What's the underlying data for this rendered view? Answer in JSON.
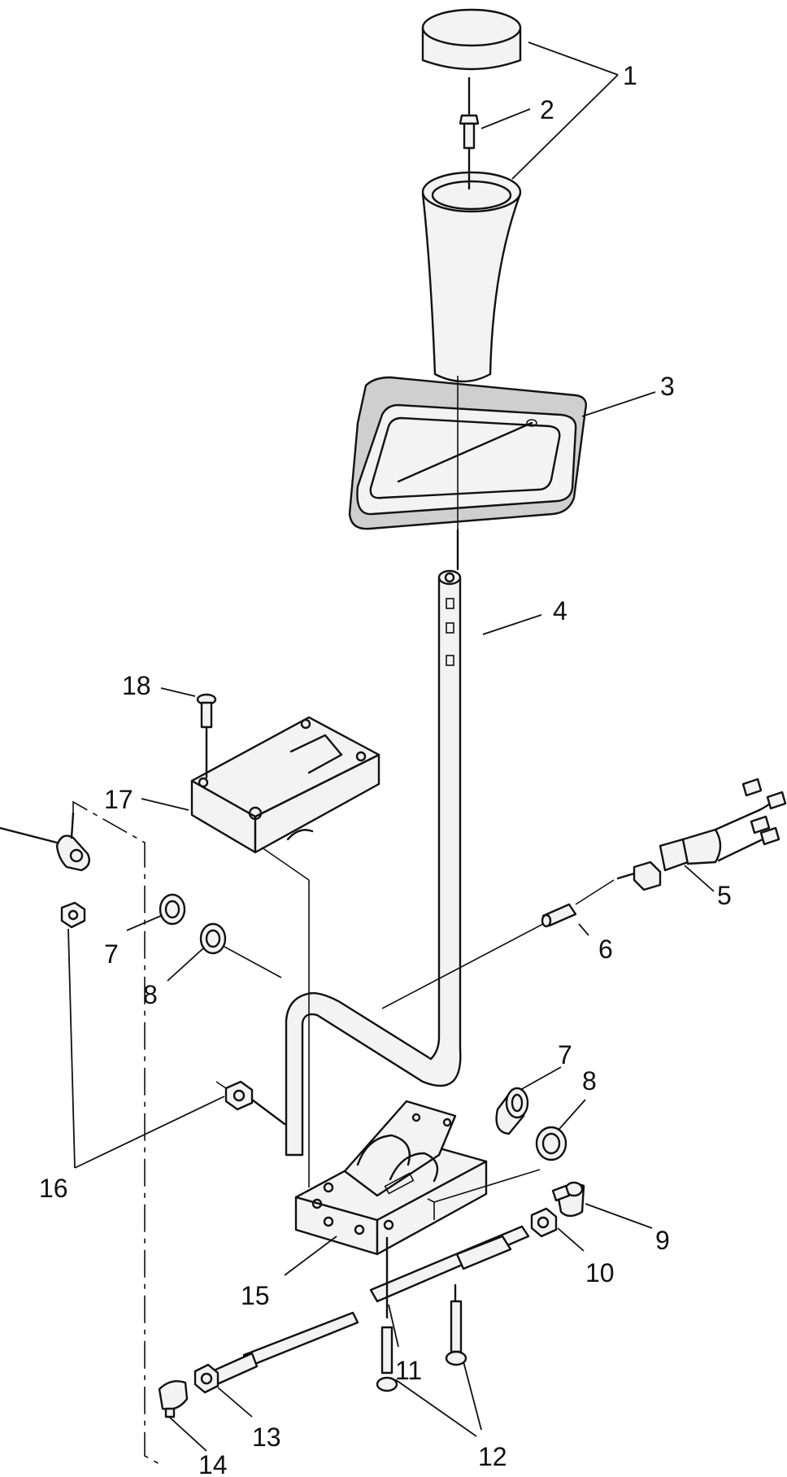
{
  "callouts": [
    {
      "id": "1",
      "label": "1"
    },
    {
      "id": "2",
      "label": "2"
    },
    {
      "id": "3",
      "label": "3"
    },
    {
      "id": "4",
      "label": "4"
    },
    {
      "id": "5",
      "label": "5"
    },
    {
      "id": "6",
      "label": "6"
    },
    {
      "id": "7a",
      "label": "7"
    },
    {
      "id": "8a",
      "label": "8"
    },
    {
      "id": "7b",
      "label": "7"
    },
    {
      "id": "8b",
      "label": "8"
    },
    {
      "id": "9",
      "label": "9"
    },
    {
      "id": "10",
      "label": "10"
    },
    {
      "id": "11",
      "label": "11"
    },
    {
      "id": "12",
      "label": "12"
    },
    {
      "id": "13",
      "label": "13"
    },
    {
      "id": "14",
      "label": "14"
    },
    {
      "id": "15",
      "label": "15"
    },
    {
      "id": "16",
      "label": "16"
    },
    {
      "id": "17",
      "label": "17"
    },
    {
      "id": "18",
      "label": "18"
    }
  ]
}
